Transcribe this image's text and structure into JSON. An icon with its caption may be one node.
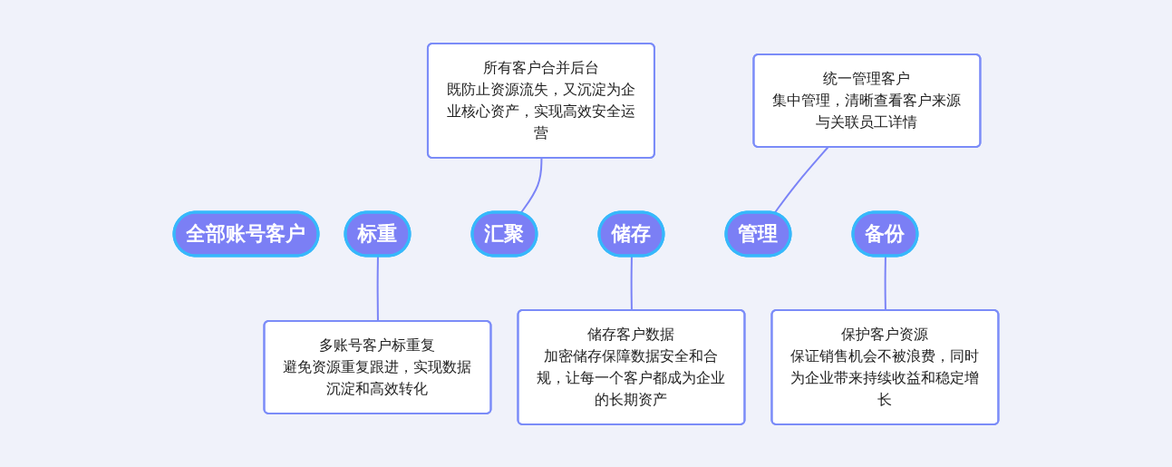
{
  "diagram": {
    "nodes": [
      {
        "text": [
          "全部账号客户"
        ]
      },
      {
        "text": [
          "标重"
        ]
      },
      {
        "text": [
          "汇聚"
        ]
      },
      {
        "text": [
          "储存"
        ]
      },
      {
        "text": [
          "管理"
        ]
      },
      {
        "text": [
          "备份"
        ]
      },
      {
        "text": [
          "所有客户合并后台",
          "既防止资源流失，又沉淀为企业核心资产，实现高效安全运营"
        ]
      },
      {
        "text": [
          "统一管理客户",
          "集中管理，清晰查看客户来源与关联员工详情"
        ]
      },
      {
        "text": [
          "多账号客户标重复",
          "避免资源重复跟进，实现数据沉淀和高效转化"
        ]
      },
      {
        "text": [
          "储存客户数据",
          "加密储存保障数据安全和合规，让每一个客户都成为企业的长期资产"
        ]
      },
      {
        "text": [
          "保护客户资源",
          "保证销售机会不被浪费，同时为企业带来持续收益和稳定增长"
        ]
      }
    ],
    "edges": [
      {
        "from": 6,
        "to": 2,
        "arrow": "none"
      },
      {
        "from": 7,
        "to": 4,
        "arrow": "none"
      },
      {
        "from": 1,
        "to": 8,
        "arrow": "none"
      },
      {
        "from": 3,
        "to": 9,
        "arrow": "none"
      },
      {
        "from": 5,
        "to": 10,
        "arrow": "none"
      }
    ]
  }
}
